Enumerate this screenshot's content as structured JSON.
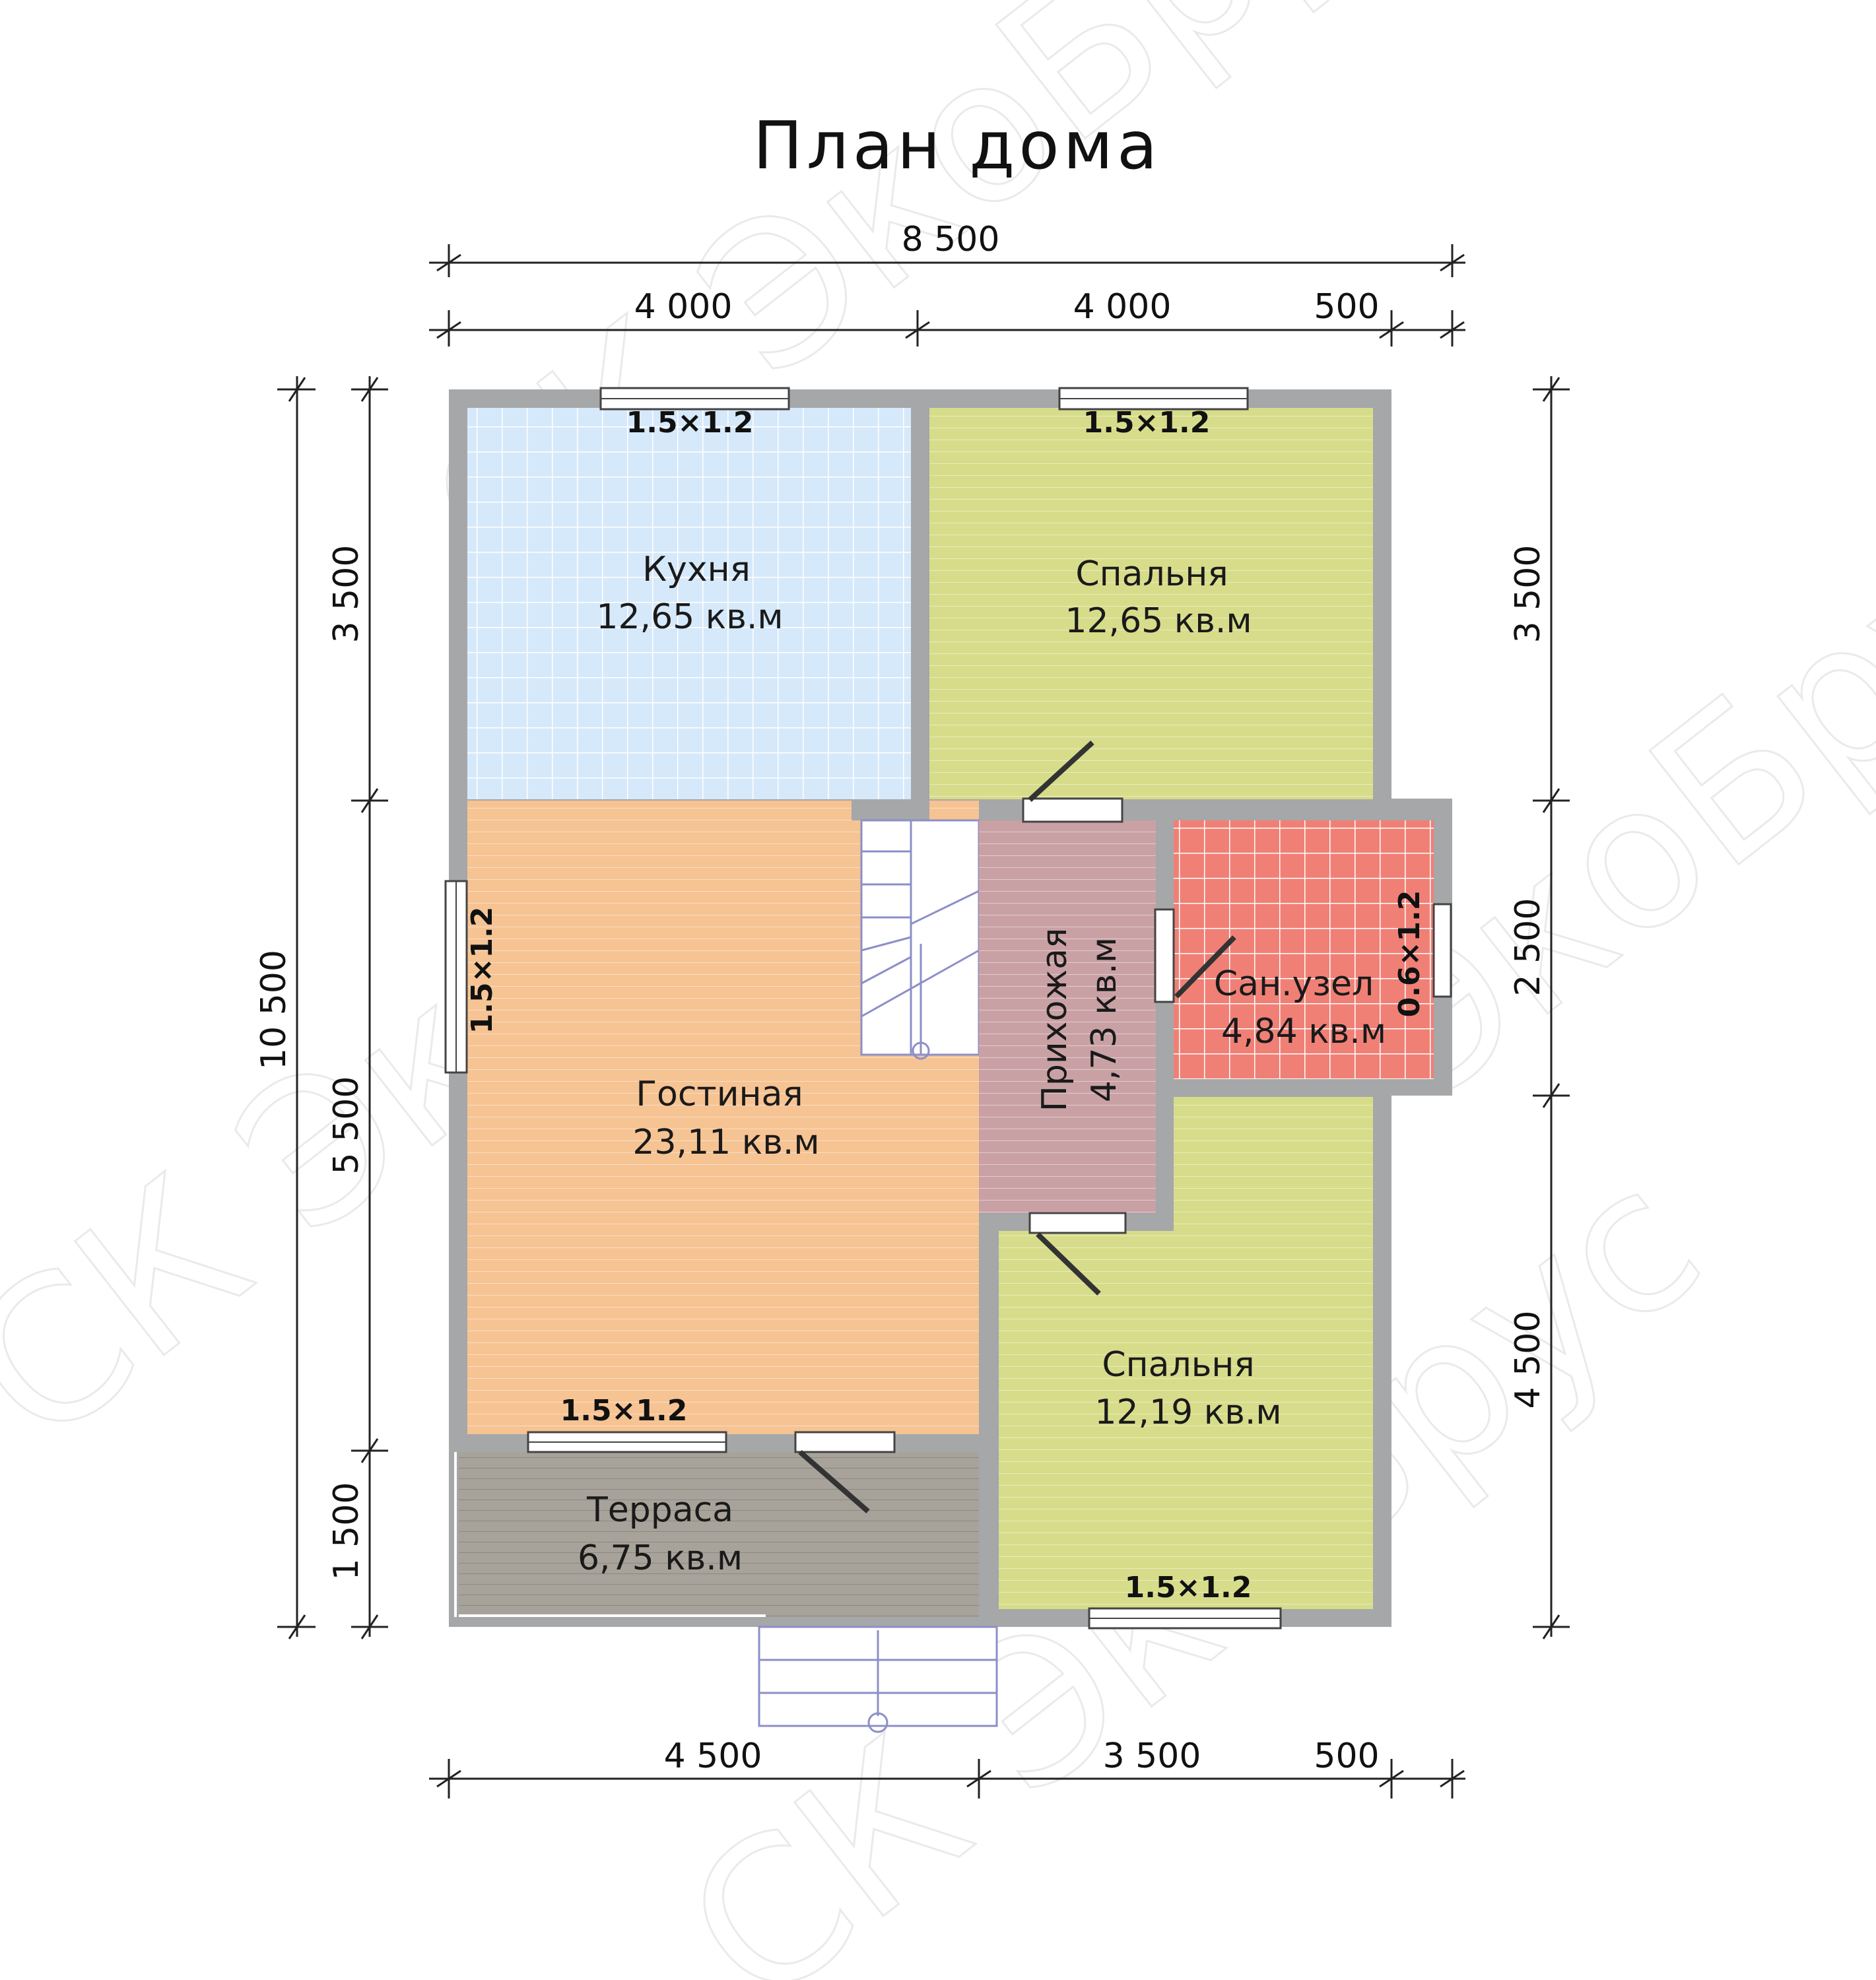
{
  "title": "План дома",
  "watermark": "СК ЭкоБрус",
  "colors": {
    "kitchen": "#d6e9fb",
    "bedroom": "#d7dc8a",
    "living": "#f6c393",
    "hall": "#c9a1a4",
    "bathroom": "#f08076",
    "terrace": "#a8a39a",
    "wall": "#a5a7a9"
  },
  "dimensions": {
    "top_total": "8 500",
    "top_left": "4 000",
    "top_mid": "4 000",
    "top_right": "500",
    "bottom_left": "4 500",
    "bottom_mid": "3 500",
    "bottom_right": "500",
    "left_total": "10 500",
    "left_top": "3 500",
    "left_mid": "5 500",
    "left_bottom": "1 500",
    "right_top": "3 500",
    "right_mid": "2 500",
    "right_bottom": "4 500"
  },
  "rooms": {
    "kitchen": {
      "name": "Кухня",
      "area": "12,65 кв.м"
    },
    "bedroom1": {
      "name": "Спальня",
      "area": "12,65 кв.м"
    },
    "living": {
      "name": "Гостиная",
      "area": "23,11 кв.м"
    },
    "hall": {
      "name": "Прихожая",
      "area": "4,73 кв.м"
    },
    "bathroom": {
      "name": "Сан.узел",
      "area": "4,84 кв.м"
    },
    "bedroom2": {
      "name": "Спальня",
      "area": "12,19 кв.м"
    },
    "terrace": {
      "name": "Терраса",
      "area": "6,75 кв.м"
    }
  },
  "windows": {
    "kitchen": "1.5×1.2",
    "bedroom1": "1.5×1.2",
    "living_left": "1.5×1.2",
    "living_bottom": "1.5×1.2",
    "bathroom": "0.6×1.2",
    "bedroom2": "1.5×1.2"
  }
}
